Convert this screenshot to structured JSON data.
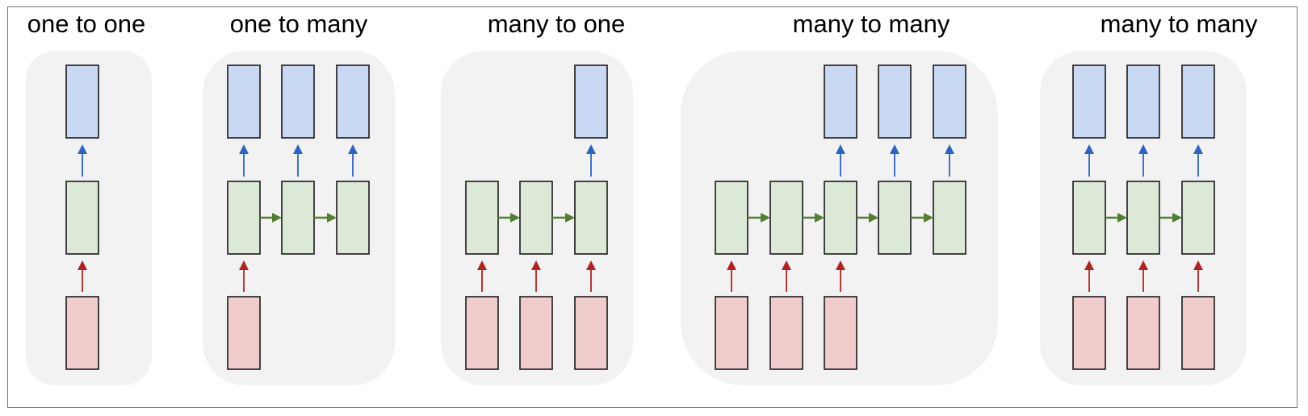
{
  "colors": {
    "output_fill": "#c9d9f4",
    "hidden_fill": "#dce9d6",
    "input_fill": "#f0cccc",
    "box_stroke": "#1a1a1a",
    "panel_bg": "#f2f2f2",
    "up_arrow_output": "#2b64c6",
    "up_arrow_input": "#b5221e",
    "recurrent_arrow": "#4f7f2f"
  },
  "panels": [
    {
      "title": "one to one"
    },
    {
      "title": "one to many"
    },
    {
      "title": "many to one"
    },
    {
      "title": "many to many"
    },
    {
      "title": "many to many"
    }
  ]
}
